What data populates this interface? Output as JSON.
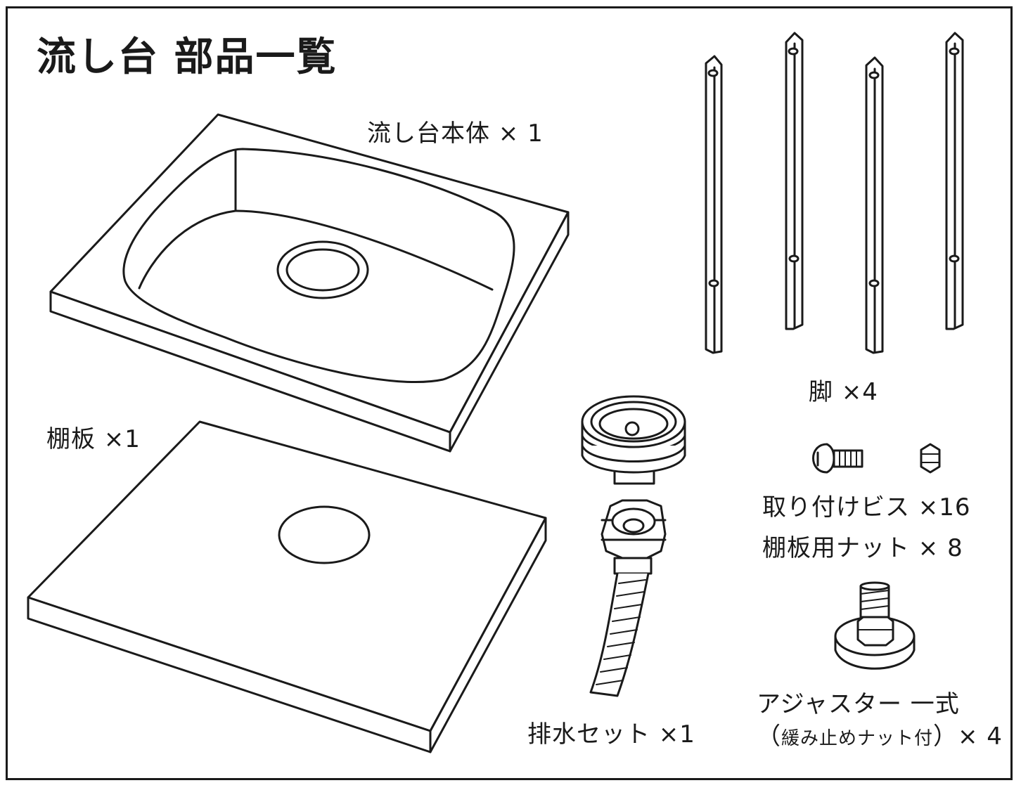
{
  "title": "流し台 部品一覧",
  "parts": {
    "sink": {
      "label": "流し台本体 × 1"
    },
    "legs": {
      "label": "脚 ×4"
    },
    "shelf": {
      "label": "棚板 ×1"
    },
    "drain": {
      "label": "排水セット ×1"
    },
    "screws": {
      "label": "取り付けビス ×16"
    },
    "nuts": {
      "label": "棚板用ナット × 8"
    },
    "adjuster": {
      "label": "アジャスター 一式",
      "note_open": "（",
      "note": "緩み止めナット付",
      "note_close": "）",
      "count": "× 4"
    }
  },
  "colors": {
    "line": "#1a1a1a",
    "background": "#ffffff"
  }
}
